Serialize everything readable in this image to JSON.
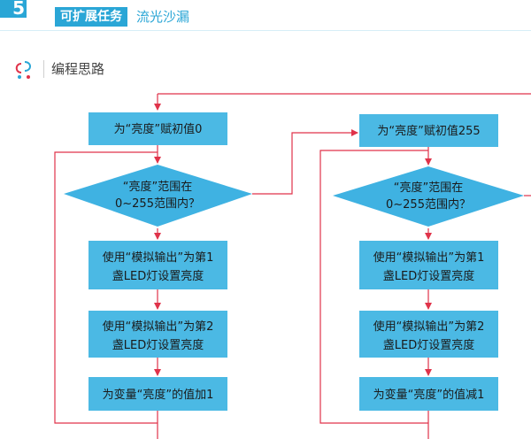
{
  "header": {
    "number": "5",
    "tag": "可扩展任务",
    "subtitle": "流光沙漏"
  },
  "section": {
    "title": "编程思路"
  },
  "left_flow": {
    "init": "为“亮度”赋初值0",
    "cond_line1": "“亮度”范围在",
    "cond_line2": "0~255范围内？",
    "step1_line1": "使用“模拟输出”为第1",
    "step1_line2": "盏LED灯设置亮度",
    "step2_line1": "使用“模拟输出”为第2",
    "step2_line2": "盏LED灯设置亮度",
    "update": "为变量“亮度”的值加1"
  },
  "right_flow": {
    "init": "为“亮度”赋初值255",
    "cond_line1": "“亮度”范围在",
    "cond_line2": "0~255范围内？",
    "step1_line1": "使用“模拟输出”为第1",
    "step1_line2": "盏LED灯设置亮度",
    "step2_line1": "使用“模拟输出”为第2",
    "step2_line2": "盏LED灯设置亮度",
    "update": "为变量“亮度”的值减1"
  },
  "colors": {
    "accent": "#2aa6d6",
    "box": "#4bb9e4",
    "diamond": "#3fb2e2",
    "arrow": "#e0334a"
  }
}
